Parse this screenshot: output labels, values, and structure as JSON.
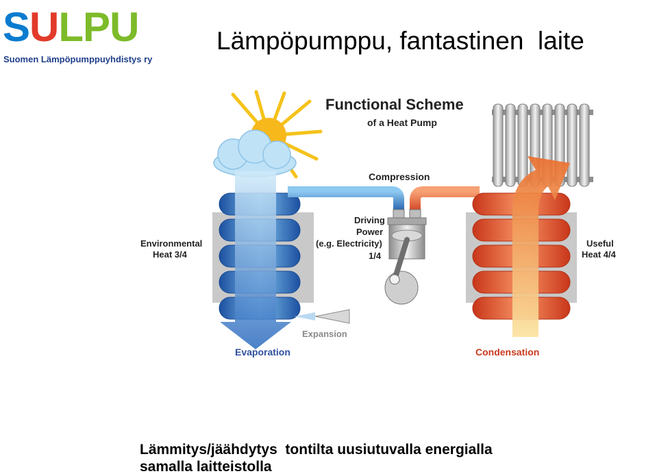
{
  "logo": {
    "letters": [
      "S",
      "U",
      "L",
      "P",
      "U"
    ],
    "letter_colors": [
      "#0a7ccf",
      "#e23a2a",
      "#7dbb2a",
      "#7dbb2a",
      "#7dbb2a"
    ],
    "subtitle": "Suomen Lämpöpumppuyhdistys ry"
  },
  "title": "Lämpöpumppu, fantastinen  laite",
  "diagram": {
    "heading": "Functional Scheme",
    "subheading": "of a Heat Pump",
    "compression": "Compression",
    "driving_power": [
      "Driving",
      "Power",
      "(e.g. Electricity)",
      "1/4"
    ],
    "environmental_heat": [
      "Environmental",
      "Heat 3/4"
    ],
    "useful_heat": [
      "Useful",
      "Heat 4/4"
    ],
    "expansion": "Expansion",
    "evaporation": "Evaporation",
    "condensation": "Condensation",
    "colors": {
      "cold": "#2f6fc0",
      "cold_light": "#9fd0f0",
      "hot": "#e2502a",
      "hot_light": "#f6a06a",
      "label_blue": "#2e4f9e",
      "label_red": "#c83a1e"
    }
  },
  "caption": "Lämmitys/jäähdytys  tontilta uusiutuvalla energialla\nsamalla laitteistolla"
}
